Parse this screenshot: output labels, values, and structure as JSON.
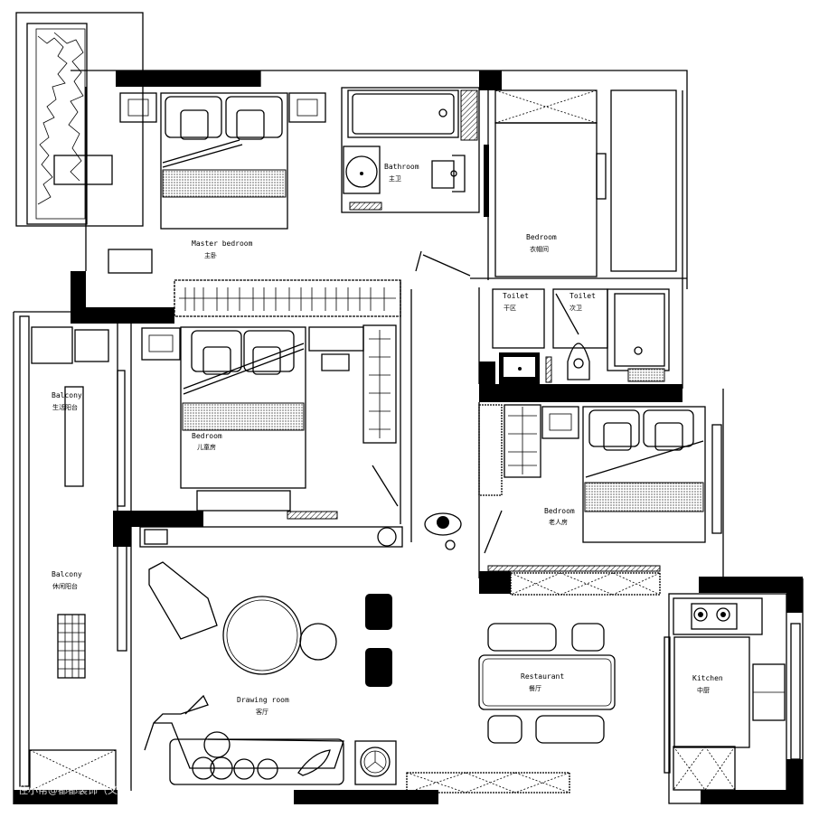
{
  "rooms": {
    "master_bedroom": {
      "en": "Master bedroom",
      "cn": "主卧"
    },
    "bathroom": {
      "en": "Bathroom",
      "cn": "主卫"
    },
    "cloakroom": {
      "en": "Bedroom",
      "cn": "衣帽间"
    },
    "toilet_dry": {
      "en": "Toilet",
      "cn": "干区"
    },
    "toilet_second": {
      "en": "Toilet",
      "cn": "次卫"
    },
    "child_bedroom": {
      "en": "Bedroom",
      "cn": "儿童房"
    },
    "service_balcony": {
      "en": "Balcony",
      "cn": "生活阳台"
    },
    "elder_bedroom": {
      "en": "Bedroom",
      "cn": "老人房"
    },
    "leisure_balcony": {
      "en": "Balcony",
      "cn": "休闲阳台"
    },
    "drawing_room": {
      "en": "Drawing room",
      "cn": "客厅"
    },
    "restaurant": {
      "en": "Restaurant",
      "cn": "餐厅"
    },
    "kitchen": {
      "en": "Kitchen",
      "cn": "中厨"
    }
  },
  "watermark": "住小帮@都都装饰（义乌）"
}
